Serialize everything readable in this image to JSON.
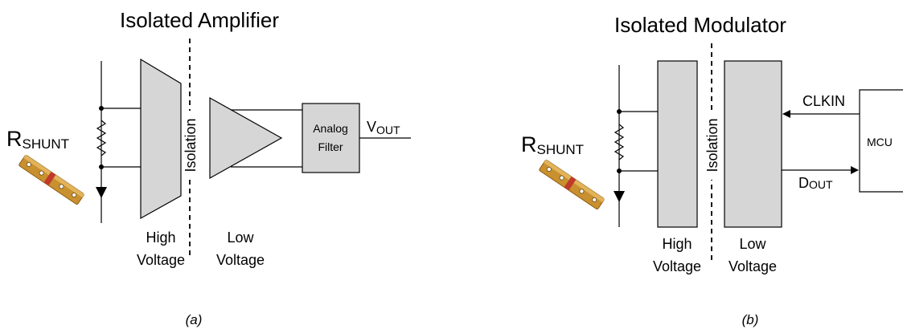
{
  "panel_a": {
    "title": "Isolated Amplifier",
    "isolation": "Isolation",
    "shunt_main": "R",
    "shunt_sub": "SHUNT",
    "high_line1": "High",
    "high_line2": "Voltage",
    "low_line1": "Low",
    "low_line2": "Voltage",
    "filter_line1": "Analog",
    "filter_line2": "Filter",
    "vout_main": "V",
    "vout_sub": "OUT",
    "caption": "(a)"
  },
  "panel_b": {
    "title": "Isolated Modulator",
    "isolation": "Isolation",
    "shunt_main": "R",
    "shunt_sub": "SHUNT",
    "high_line1": "High",
    "high_line2": "Voltage",
    "low_line1": "Low",
    "low_line2": "Voltage",
    "clkin": "CLKIN",
    "dout_main": "D",
    "dout_sub": "OUT",
    "mcu": "MCU",
    "caption": "(b)"
  },
  "colors": {
    "block_fill": "#d6d6d6",
    "shunt_body": "#c8902e",
    "shunt_band": "#c0392b"
  }
}
